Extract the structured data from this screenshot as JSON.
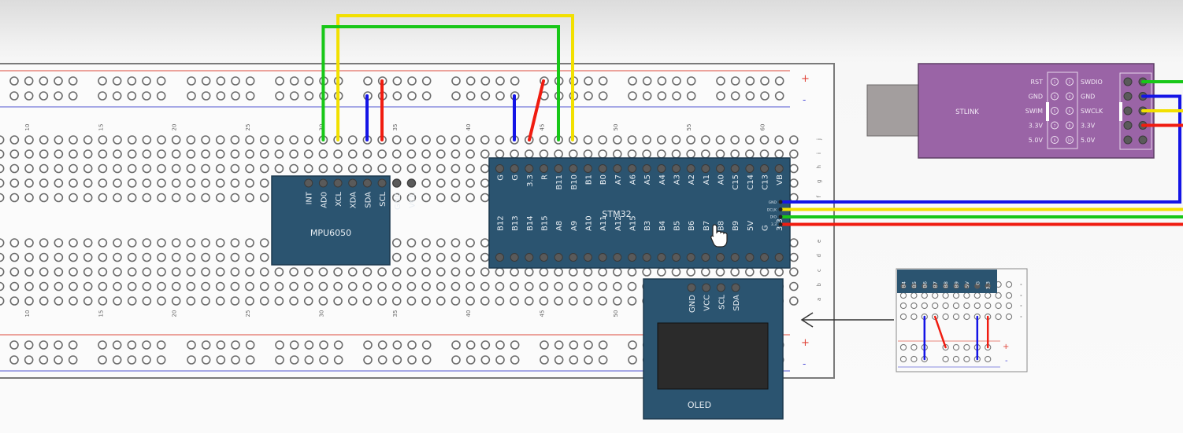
{
  "scene": "Breadboard wiring diagram: STM32 + MPU6050 + OLED + ST-Link",
  "colors": {
    "module_blue": "#2b5470",
    "stlink_purple": "#9a64a6",
    "usb_gray": "#a39e9e",
    "wire_green": "#18c718",
    "wire_yellow": "#f2e000",
    "wire_blue": "#1414e6",
    "wire_red": "#f01c10",
    "rail_red": "#e8867c",
    "rail_blue": "#8a8ce0",
    "oled_screen": "#2b2b2b"
  },
  "breadboard": {
    "column_labels": [
      "10",
      "15",
      "20",
      "25",
      "30",
      "35",
      "40",
      "45",
      "50",
      "55",
      "60"
    ],
    "row_labels_top": [
      "j",
      "i",
      "h",
      "g",
      "f"
    ],
    "row_labels_bottom": [
      "e",
      "d",
      "c",
      "b",
      "a"
    ],
    "rail_plus": "+",
    "rail_minus": "-"
  },
  "mpu6050": {
    "name": "MPU6050",
    "pins": [
      "INT",
      "AD0",
      "XCL",
      "XDA",
      "SDA",
      "SCL",
      "GND",
      "VCC"
    ]
  },
  "stm32": {
    "name": "STM32",
    "top_pins": [
      "G",
      "G",
      "3.3",
      "R",
      "B11",
      "B10",
      "B1",
      "B0",
      "A7",
      "A6",
      "A5",
      "A4",
      "A3",
      "A2",
      "A1",
      "A0",
      "C15",
      "C14",
      "C13",
      "VB"
    ],
    "bottom_pins": [
      "B12",
      "B13",
      "B14",
      "B15",
      "A8",
      "A9",
      "A10",
      "A11",
      "A12",
      "A15",
      "B3",
      "B4",
      "B5",
      "B6",
      "B7",
      "B8",
      "B9",
      "5V",
      "G",
      "3.3"
    ],
    "debug_pins": [
      "GND",
      "DCLK",
      "DIO",
      "3.3"
    ]
  },
  "oled": {
    "name": "OLED",
    "pins": [
      "GND",
      "VCC",
      "SCL",
      "SDA"
    ]
  },
  "stlink": {
    "name": "STLINK",
    "left_labels": [
      "RST",
      "GND",
      "SWIM",
      "3.3V",
      "5.0V"
    ],
    "right_labels": [
      "SWDIO",
      "GND",
      "SWCLK",
      "3.3V",
      "5.0V"
    ],
    "header_pin_numbers": [
      [
        "1",
        "2"
      ],
      [
        "3",
        "4"
      ],
      [
        "5",
        "6"
      ],
      [
        "7",
        "8"
      ],
      [
        "9",
        "10"
      ]
    ]
  },
  "inset": {
    "pins": [
      "B4",
      "B5",
      "B6",
      "B7",
      "B8",
      "B9",
      "5V",
      "G",
      "3.3"
    ],
    "rail_plus": "+",
    "rail_minus": "-"
  },
  "cursor": "hand-pointer"
}
